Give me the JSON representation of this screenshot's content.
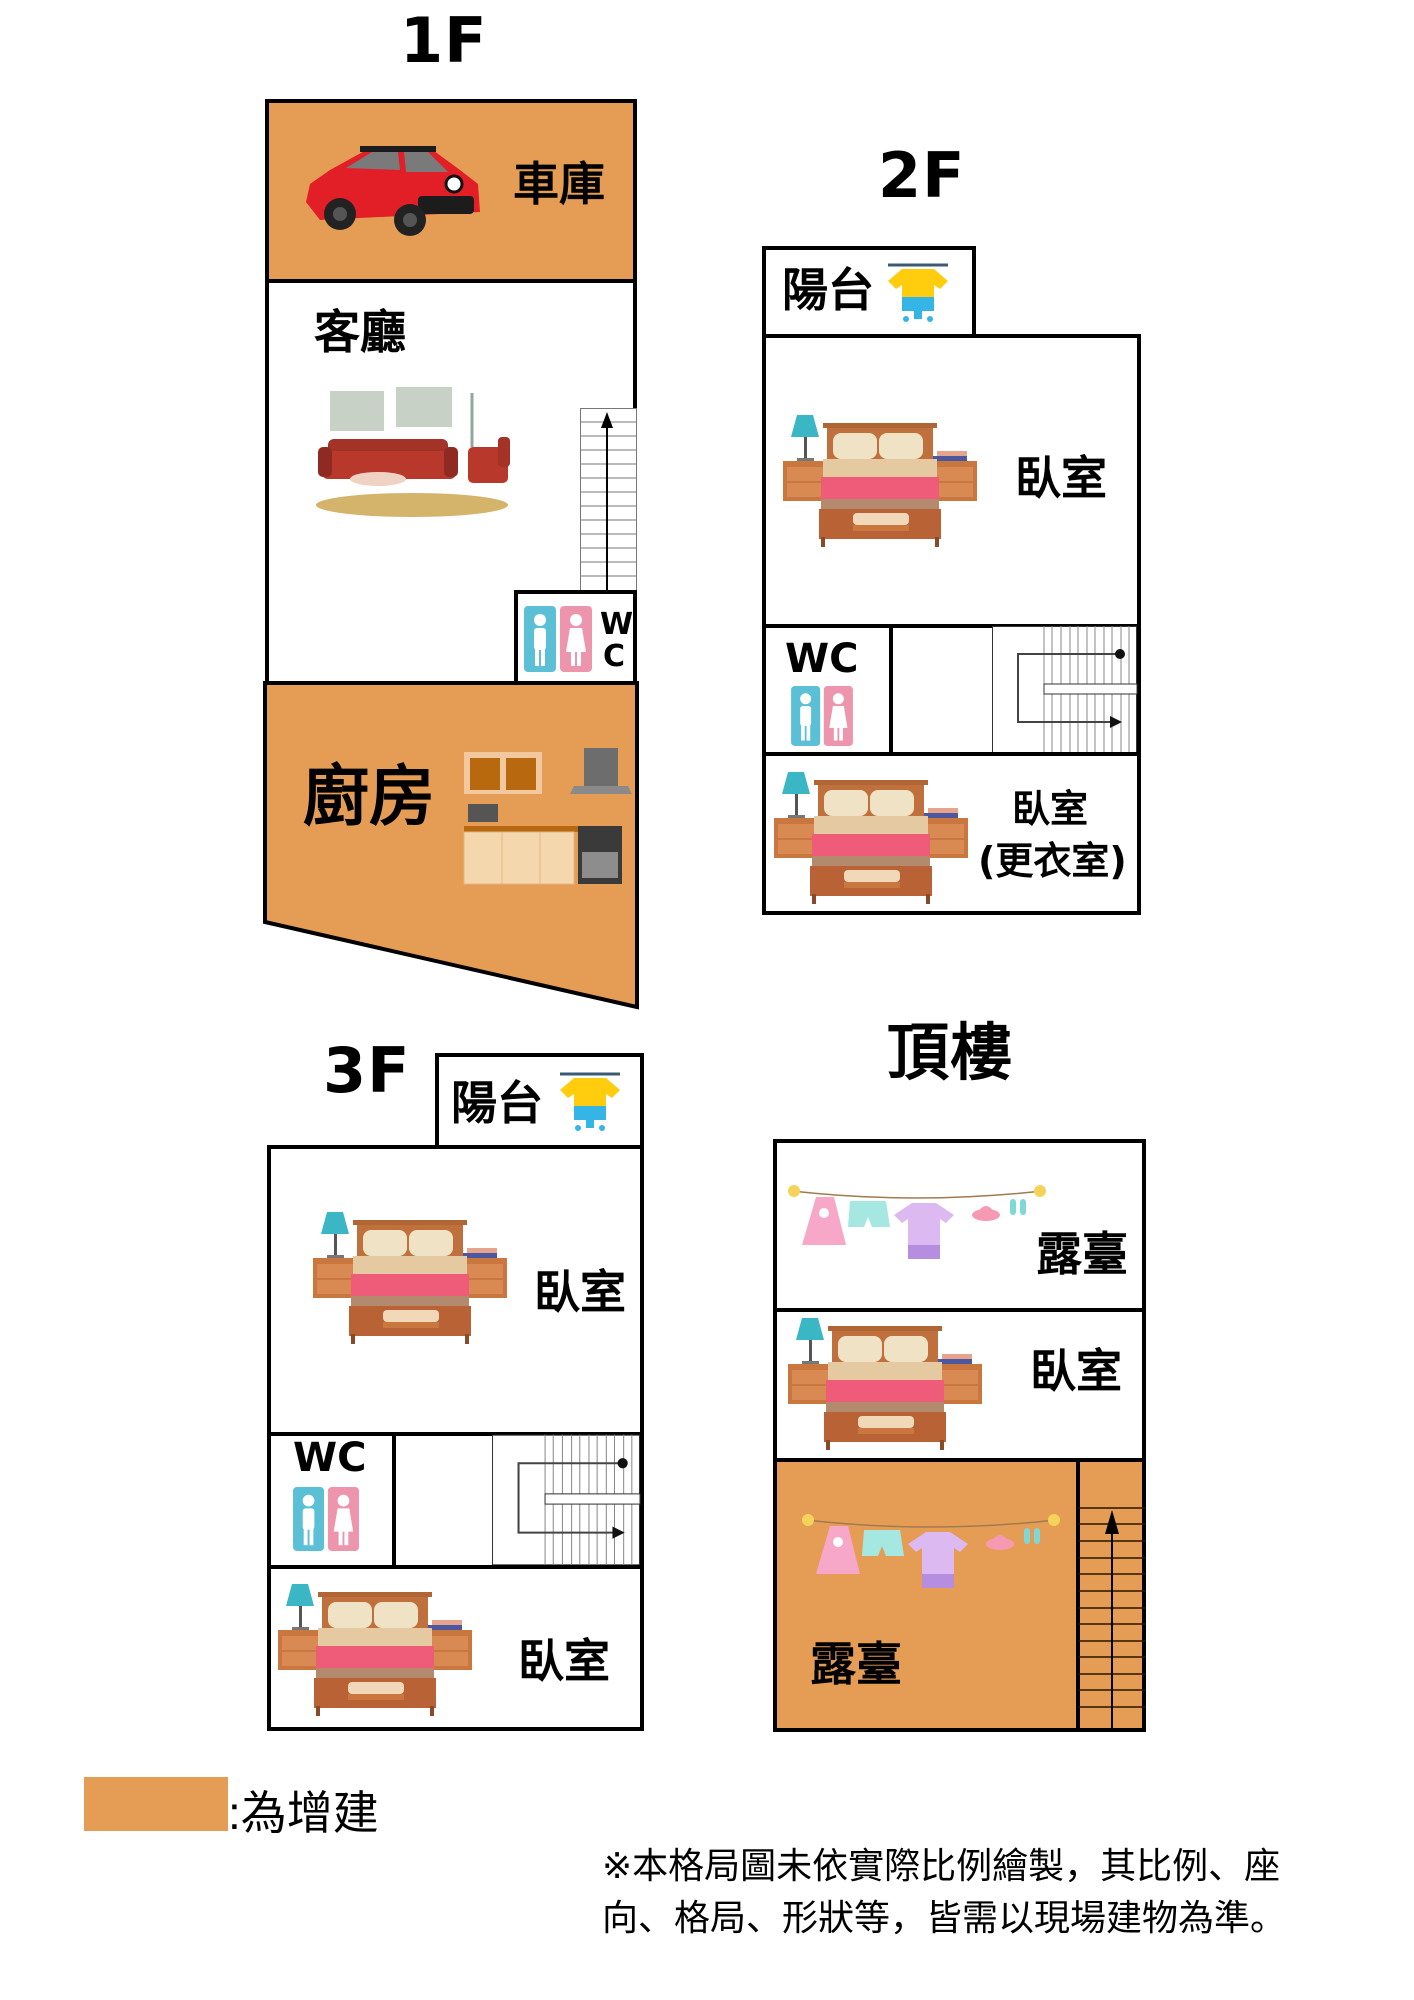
{
  "colors": {
    "extension": "#E59D55",
    "wall": "#000000",
    "background": "#FFFFFF",
    "male_icon": "#5BC0D6",
    "female_icon": "#EE95AE"
  },
  "floors": {
    "f1": {
      "title": "1F",
      "rooms": {
        "garage": {
          "label": "車庫",
          "icon": "car-icon",
          "extension": true
        },
        "living": {
          "label": "客廳",
          "icon": "sofa-icon",
          "extension": false
        },
        "wc": {
          "label_line1": "W",
          "label_line2": "C",
          "icon": "restroom-icon"
        },
        "stairs": {
          "icon": "stairs-up-arrow-icon"
        },
        "kitchen": {
          "label": "廚房",
          "icon": "kitchen-icon",
          "extension": true
        }
      }
    },
    "f2": {
      "title": "2F",
      "rooms": {
        "balcony": {
          "label": "陽台",
          "icon": "laundry-shirt-icon"
        },
        "bedroom1": {
          "label": "臥室",
          "icon": "bed-icon"
        },
        "wc": {
          "label": "WC",
          "icon": "restroom-icon"
        },
        "stairs": {
          "icon": "u-turn-stairs-icon"
        },
        "bedroom2": {
          "label_line1": "臥室",
          "label_line2": "(更衣室)",
          "icon": "bed-icon"
        }
      }
    },
    "f3": {
      "title": "3F",
      "rooms": {
        "balcony": {
          "label": "陽台",
          "icon": "laundry-shirt-icon"
        },
        "bedroom1": {
          "label": "臥室",
          "icon": "bed-icon"
        },
        "wc": {
          "label": "WC",
          "icon": "restroom-icon"
        },
        "stairs": {
          "icon": "u-turn-stairs-icon"
        },
        "bedroom2": {
          "label": "臥室",
          "icon": "bed-icon"
        }
      }
    },
    "roof": {
      "title": "頂樓",
      "rooms": {
        "terrace1": {
          "label": "露臺",
          "icon": "clothesline-icon",
          "extension": false
        },
        "bedroom": {
          "label": "臥室",
          "icon": "bed-icon"
        },
        "terrace2": {
          "label": "露臺",
          "icon": "clothesline-icon",
          "extension": true
        },
        "stairs": {
          "icon": "stairs-up-arrow-icon",
          "extension": true
        }
      }
    }
  },
  "legend": {
    "swatch_color": "#E59D55",
    "text": ":為增建"
  },
  "disclaimer": {
    "line1": "※本格局圖未依實際比例繪製，其比例、座",
    "line2": "向、格局、形狀等，皆需以現場建物為準。"
  }
}
